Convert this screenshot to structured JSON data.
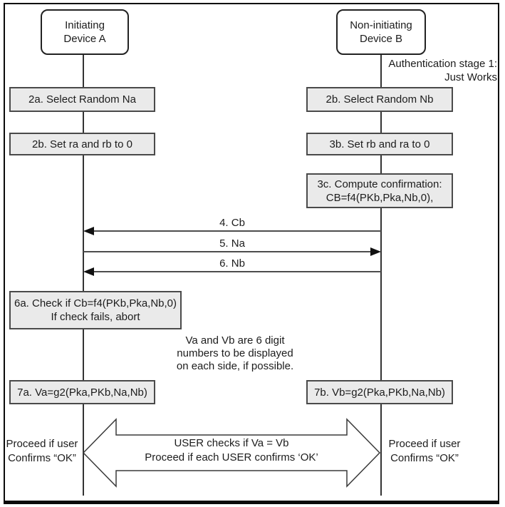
{
  "actors": {
    "a": {
      "line1": "Initiating",
      "line2": "Device A"
    },
    "b": {
      "line1": "Non-initiating",
      "line2": "Device B"
    }
  },
  "stage_label": {
    "line1": "Authentication stage 1:",
    "line2": "Just Works"
  },
  "boxes": {
    "a_2a": {
      "line1": "2a. Select Random Na"
    },
    "a_2b": {
      "line1": "2b. Set ra and rb to 0"
    },
    "b_2b": {
      "line1": "2b. Select Random Nb"
    },
    "b_3b": {
      "line1": "3b. Set rb and ra to 0"
    },
    "b_3c": {
      "line1": "3c. Compute confirmation:",
      "line2": "CB=f4(PKb,Pka,Nb,0),"
    },
    "a_6a": {
      "line1": "6a. Check if Cb=f4(PKb,Pka,Nb,0)",
      "line2": "If check fails, abort"
    },
    "a_7a": {
      "line1": "7a. Va=g2(Pka,PKb,Na,Nb)"
    },
    "b_7b": {
      "line1": "7b. Vb=g2(Pka,PKb,Na,Nb)"
    }
  },
  "messages": {
    "m4": {
      "label": "4. Cb",
      "direction": "b-to-a"
    },
    "m5": {
      "label": "5. Na",
      "direction": "a-to-b"
    },
    "m6": {
      "label": "6. Nb",
      "direction": "b-to-a"
    }
  },
  "note": {
    "line1": "Va and Vb are 6 digit",
    "line2": "numbers to be displayed",
    "line3": "on each side, if possible."
  },
  "user_confirmation": {
    "line1": "USER checks if Va = Vb",
    "line2": "Proceed if each USER confirms ‘OK’"
  },
  "proceed_a": {
    "line1": "Proceed if user",
    "line2": "Confirms “OK”"
  },
  "proceed_b": {
    "line1": "Proceed if user",
    "line2": "Confirms “OK”"
  },
  "colors": {
    "process_box_fill": "#eaeaea",
    "process_box_border": "#4a4a4a",
    "lifeline": "#333333",
    "arrow": "#3a3a3a",
    "frame": "#000000"
  }
}
